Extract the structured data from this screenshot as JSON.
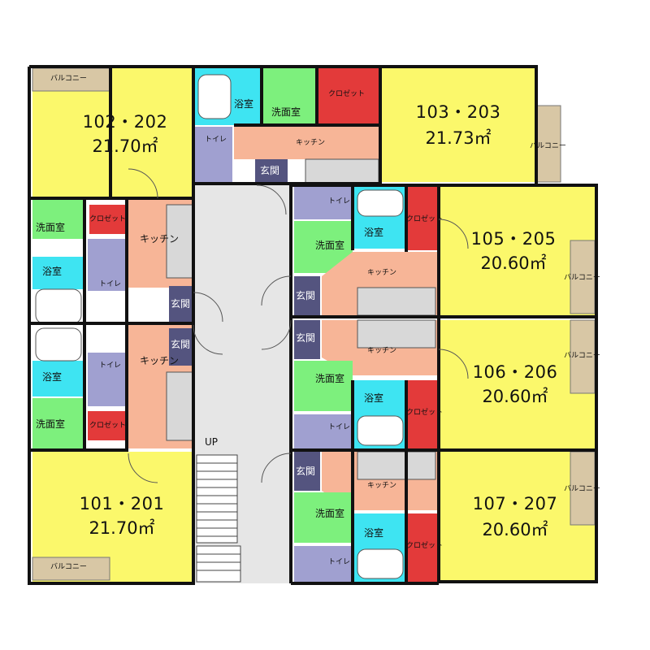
{
  "units": {
    "u102": {
      "number": "102・202",
      "area": "21.70㎡"
    },
    "u103": {
      "number": "103・203",
      "area": "21.73㎡"
    },
    "u105": {
      "number": "105・205",
      "area": "20.60㎡"
    },
    "u106": {
      "number": "106・206",
      "area": "20.60㎡"
    },
    "u101": {
      "number": "101・201",
      "area": "21.70㎡"
    },
    "u107": {
      "number": "107・207",
      "area": "20.60㎡"
    }
  },
  "rooms": {
    "washroom": "洗面室",
    "bath": "浴室",
    "toilet": "トイレ",
    "kitchen": "キッチン",
    "entrance": "玄関",
    "closet": "クロゼット",
    "balcony": "バルコニー"
  },
  "stairs_label": "UP",
  "colors": {
    "room": "#fbf86b",
    "kitchen": "#f7b597",
    "wash": "#7df07d",
    "bath": "#3ee4f2",
    "toilet": "#a0a0d0",
    "entrance": "#54547f",
    "closet": "#e33a3a",
    "balcony": "#d8c7a5",
    "common": "#e6e6e6",
    "wall": "#111111"
  }
}
